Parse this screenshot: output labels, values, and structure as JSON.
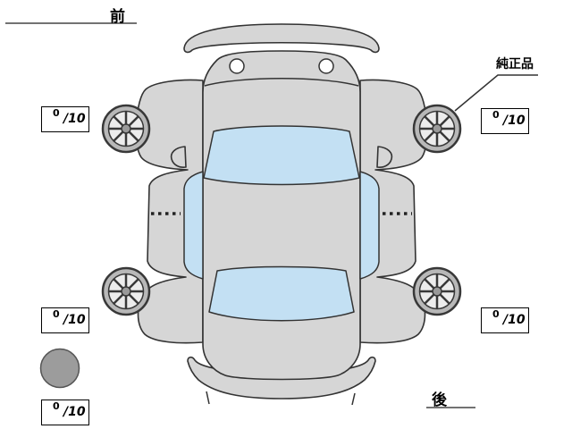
{
  "labels": {
    "front": "前",
    "rear": "後",
    "genuine_part": "純正品"
  },
  "tire_tread_scores": {
    "front_left": {
      "value": "0",
      "scale": "/10"
    },
    "front_right": {
      "value": "0",
      "scale": "/10"
    },
    "rear_left": {
      "value": "0",
      "scale": "/10"
    },
    "rear_right": {
      "value": "0",
      "scale": "/10"
    },
    "spare": {
      "value": "0",
      "scale": "/10"
    }
  },
  "colors": {
    "background": "#ffffff",
    "car_body": "#d6d6d6",
    "glass": "#c3e0f3",
    "wheel_rim": "#b8b8b8",
    "spare_tire": "#9c9c9c",
    "outline": "#333333"
  }
}
